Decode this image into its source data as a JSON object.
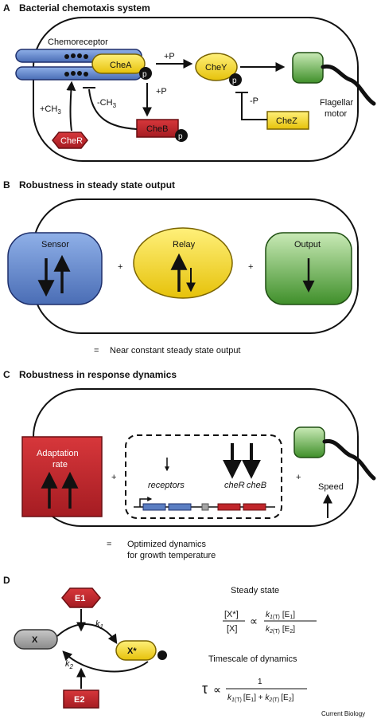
{
  "panel_a": {
    "letter": "A",
    "title": "Bacterial chemotaxis system",
    "chemoreceptor": "Chemoreceptor",
    "chea": "CheA",
    "p": "p",
    "plus_p_1": "+P",
    "plus_p_2": "+P",
    "chey": "CheY",
    "minus_p": "-P",
    "chez": "CheZ",
    "cheb": "CheB",
    "cher": "CheR",
    "plus_ch3": "+CH",
    "minus_ch3": "-CH",
    "sub3": "3",
    "flagellar_1": "Flagellar",
    "flagellar_2": "motor"
  },
  "panel_b": {
    "letter": "B",
    "title": "Robustness in steady state output",
    "sensor": "Sensor",
    "relay": "Relay",
    "output": "Output",
    "plus": "+",
    "equals": "=",
    "result": "Near constant steady state output",
    "colors": {
      "sensor": "#5b7ec2",
      "relay": "#f2d21b",
      "output": "#5ea83e"
    }
  },
  "panel_c": {
    "letter": "C",
    "title": "Robustness in response dynamics",
    "adaptation_1": "Adaptation",
    "adaptation_2": "rate",
    "receptors": "receptors",
    "cher": "cheR",
    "cheb": "cheB",
    "plus": "+",
    "speed": "Speed",
    "equals": "=",
    "optimized_1": "Optimized dynamics",
    "optimized_2": "for growth temperature",
    "colors": {
      "adaptation": "#c0262b"
    }
  },
  "panel_d": {
    "letter": "D",
    "e1": "E1",
    "e2": "E2",
    "x": "X",
    "xstar": "X*",
    "k1": "k",
    "k2": "k",
    "sub1": "1",
    "sub2": "2",
    "steady_state": "Steady state",
    "frac_num": "[X*]",
    "frac_den": "[X]",
    "propto": "∝",
    "k_num": "k",
    "k_num_sub": "1",
    "k_num_t": "(T)",
    "k_num_e": "[E",
    "k_num_e_sub": "1",
    "k_num_close": "]",
    "k_den": "k",
    "k_den_sub": "2",
    "k_den_t": "(T)",
    "k_den_e": "[E",
    "k_den_e_sub": "2",
    "k_den_close": "]",
    "timescale": "Timescale of dynamics",
    "tau": "τ",
    "tau_num": "1",
    "tau_den_a": "k",
    "tau_den_a_sub": "1",
    "tau_den_a_t": "(T)",
    "tau_den_a_e": "[E",
    "tau_den_a_e_sub": "1",
    "tau_den_plus": "] + ",
    "tau_den_b": "k",
    "tau_den_b_sub": "2",
    "tau_den_b_t": "(T)",
    "tau_den_b_e": "[E",
    "tau_den_b_e_sub": "2",
    "tau_den_close": "]"
  },
  "credit": "Current Biology"
}
